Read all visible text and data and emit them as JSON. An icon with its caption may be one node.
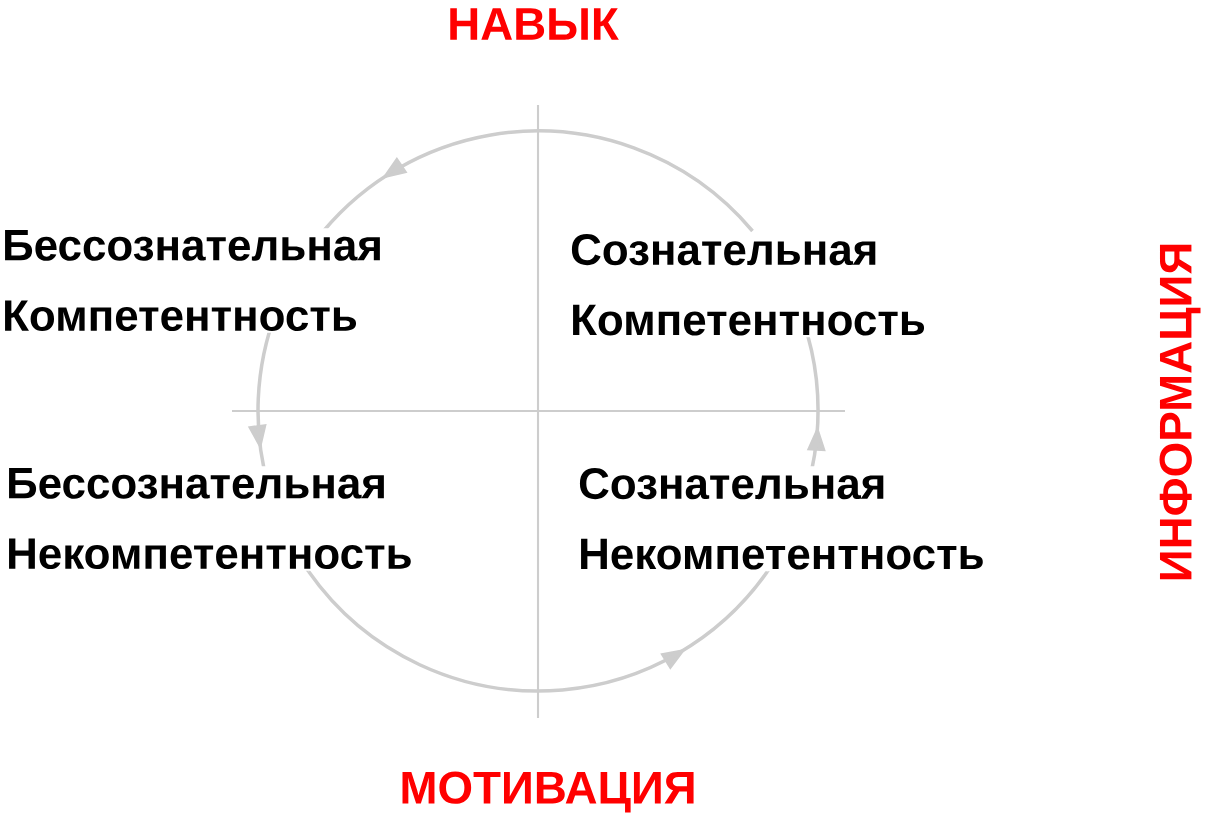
{
  "diagram": {
    "nodes": [
      {
        "text": [
          "Бессознательная Компетентность"
        ]
      },
      {
        "text": [
          "Сознательная Компетентность"
        ]
      },
      {
        "text": [
          "Бессознательная Некомпетентность"
        ]
      },
      {
        "text": [
          "Сознательная Некомпетентность"
        ]
      }
    ],
    "edges": [
      {
        "from": 2,
        "to": 3,
        "arrow": "to"
      },
      {
        "from": 3,
        "to": 1,
        "arrow": "to"
      },
      {
        "from": 1,
        "to": 0,
        "arrow": "to"
      },
      {
        "from": 0,
        "to": 2,
        "arrow": "to"
      }
    ],
    "labels": [
      "НАВЫК",
      "ИНФОРМАЦИЯ",
      "МОТИВАЦИЯ"
    ]
  }
}
